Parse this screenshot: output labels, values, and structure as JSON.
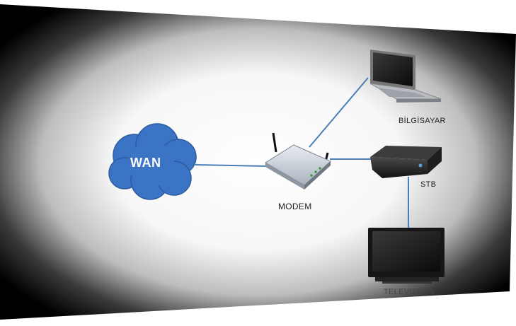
{
  "diagram": {
    "nodes": {
      "wan": {
        "label": "WAN",
        "icon": "cloud-icon"
      },
      "modem": {
        "label": "MODEM",
        "icon": "router-icon"
      },
      "computer": {
        "label": "BİLGİSAYAR",
        "icon": "laptop-icon"
      },
      "stb": {
        "label": "STB",
        "icon": "set-top-box-icon"
      },
      "tv": {
        "label": "TELEVİZYON",
        "icon": "tv-icon"
      }
    },
    "edges": [
      {
        "from": "wan",
        "to": "modem"
      },
      {
        "from": "modem",
        "to": "computer"
      },
      {
        "from": "modem",
        "to": "stb"
      },
      {
        "from": "stb",
        "to": "tv"
      }
    ],
    "colors": {
      "link": "#4a7fb5",
      "cloud": "#3b74c4",
      "vignette": "#000000"
    }
  }
}
